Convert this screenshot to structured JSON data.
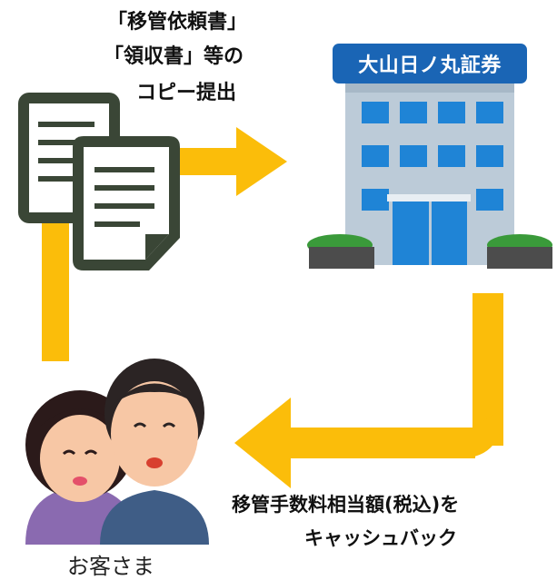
{
  "documents_caption": {
    "line1": "「移管依頼書」",
    "line2": "「領収書」等の",
    "line3": "コピー提出"
  },
  "firm": {
    "name": "大山日ノ丸証券"
  },
  "cashback_caption": {
    "line1": "移管手数料相当額(税込)を",
    "line2": "キャッシュバック"
  },
  "customer": {
    "label": "お客さま"
  },
  "colors": {
    "arrow": "#fbbd0a",
    "sign": "#1a65b5",
    "building": "#bccbd8",
    "window": "#1f84d6",
    "doc_outline": "#3a4636",
    "shrub": "#3a9a3a"
  }
}
